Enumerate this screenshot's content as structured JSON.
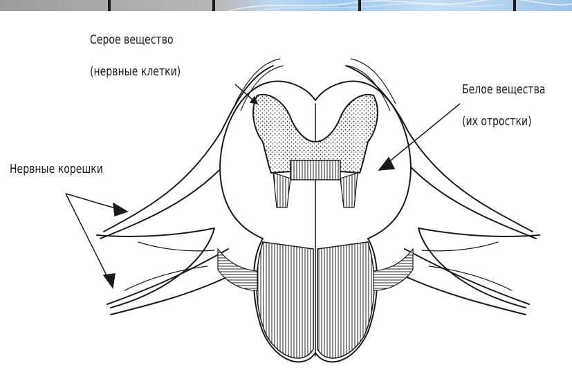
{
  "colors": {
    "ink": "#1a1a1a",
    "banner_gray": "#a9a9a9",
    "banner_blue": "#a9cdee"
  },
  "labels": {
    "gray_matter": {
      "line1": "Серое вещество",
      "line2": "(нервные клетки)"
    },
    "white_matter": {
      "line1": "Белое вещества",
      "line2": "(их отростки)"
    },
    "nerve_roots": "Нервные корешки"
  }
}
